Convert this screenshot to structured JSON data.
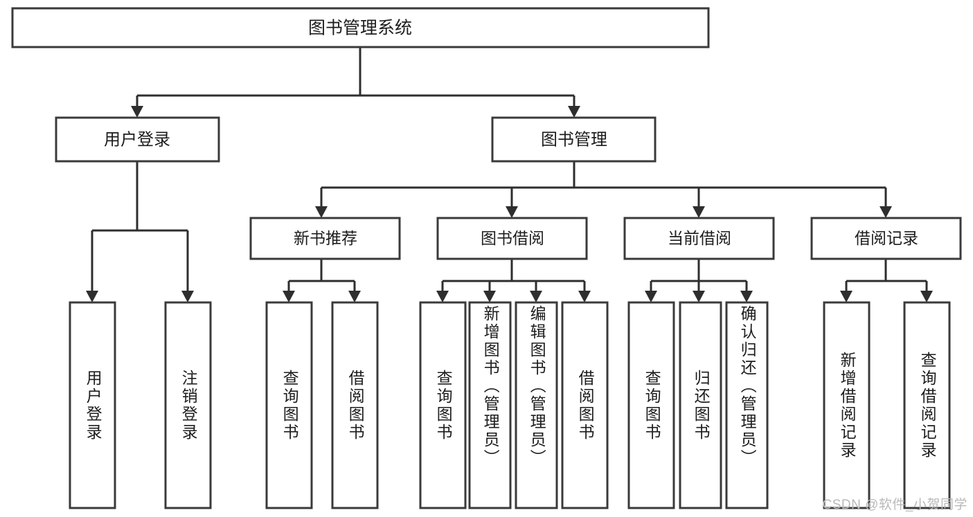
{
  "diagram": {
    "title": "图书管理系统",
    "type": "hierarchy-tree",
    "watermark": "CSDN @软件_小贺同学",
    "colors": {
      "box_stroke": "#3a3a3a",
      "connector": "#2e2e2e",
      "background": "#ffffff",
      "text": "#1d1d1d",
      "watermark": "#b9b9b9"
    },
    "nodes": {
      "root": {
        "label": "图书管理系统"
      },
      "level1": [
        {
          "label": "用户登录"
        },
        {
          "label": "图书管理"
        }
      ],
      "level2": [
        {
          "label": "新书推荐"
        },
        {
          "label": "图书借阅"
        },
        {
          "label": "当前借阅"
        },
        {
          "label": "借阅记录"
        }
      ],
      "leaves": {
        "user_login": [
          {
            "label": "用户登录"
          },
          {
            "label": "注销登录"
          }
        ],
        "new_book_recommend": [
          {
            "label": "查询图书"
          },
          {
            "label": "借阅图书"
          }
        ],
        "book_borrow": [
          {
            "label": "查询图书"
          },
          {
            "label": "新增图书（管理员）"
          },
          {
            "label": "编辑图书（管理员）"
          },
          {
            "label": "借阅图书"
          }
        ],
        "current_borrow": [
          {
            "label": "查询图书"
          },
          {
            "label": "归还图书"
          },
          {
            "label": "确认归还（管理员）"
          }
        ],
        "borrow_record": [
          {
            "label": "新增借阅记录"
          },
          {
            "label": "查询借阅记录"
          }
        ]
      }
    },
    "edges": [
      {
        "from": "图书管理系统",
        "to": "用户登录"
      },
      {
        "from": "图书管理系统",
        "to": "图书管理"
      },
      {
        "from": "图书管理",
        "to": "新书推荐"
      },
      {
        "from": "图书管理",
        "to": "图书借阅"
      },
      {
        "from": "图书管理",
        "to": "当前借阅"
      },
      {
        "from": "图书管理",
        "to": "借阅记录"
      },
      {
        "from": "用户登录",
        "to": "用户登录"
      },
      {
        "from": "用户登录",
        "to": "注销登录"
      },
      {
        "from": "新书推荐",
        "to": "查询图书"
      },
      {
        "from": "新书推荐",
        "to": "借阅图书"
      },
      {
        "from": "图书借阅",
        "to": "查询图书"
      },
      {
        "from": "图书借阅",
        "to": "新增图书（管理员）"
      },
      {
        "from": "图书借阅",
        "to": "编辑图书（管理员）"
      },
      {
        "from": "图书借阅",
        "to": "借阅图书"
      },
      {
        "from": "当前借阅",
        "to": "查询图书"
      },
      {
        "from": "当前借阅",
        "to": "归还图书"
      },
      {
        "from": "当前借阅",
        "to": "确认归还（管理员）"
      },
      {
        "from": "借阅记录",
        "to": "新增借阅记录"
      },
      {
        "from": "借阅记录",
        "to": "查询借阅记录"
      }
    ]
  }
}
